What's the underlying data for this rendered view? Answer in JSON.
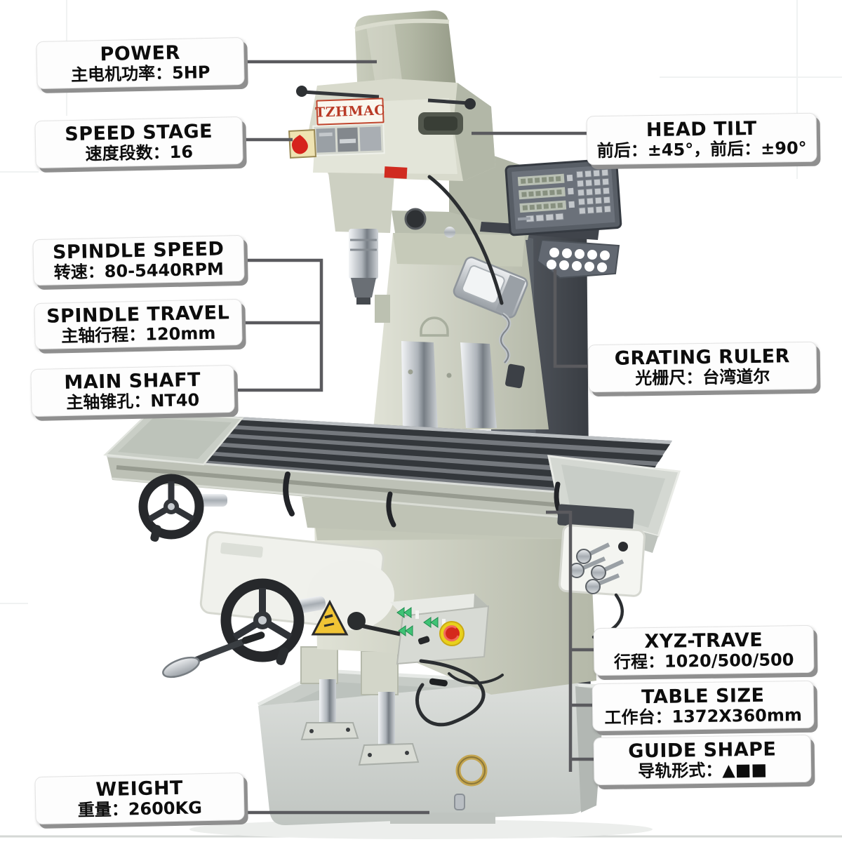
{
  "brand": {
    "logo_text": "TZHMAC"
  },
  "callouts": [
    {
      "id": "power",
      "en": "POWER",
      "zh": "主电机功率：5HP"
    },
    {
      "id": "speed-stage",
      "en": "SPEED STAGE",
      "zh": "速度段数：16"
    },
    {
      "id": "spindle-speed",
      "en": "SPINDLE SPEED",
      "zh": "转速：80-5440RPM"
    },
    {
      "id": "spindle-travel",
      "en": "SPINDLE TRAVEL",
      "zh": "主轴行程：120mm"
    },
    {
      "id": "main-shaft",
      "en": "MAIN SHAFT",
      "zh": "主轴锥孔：NT40"
    },
    {
      "id": "head-tilt",
      "en": "HEAD TILT",
      "zh": "前后：±45°，前后：±90°"
    },
    {
      "id": "grating-ruler",
      "en": "GRATING RULER",
      "zh": "光栅尺：台湾道尔"
    },
    {
      "id": "xyz-travel",
      "en": "XYZ-TRAVE",
      "zh": "行程：1020/500/500"
    },
    {
      "id": "table-size",
      "en": "TABLE SIZE",
      "zh": "工作台：1372X360mm"
    },
    {
      "id": "guide-shape",
      "en": "GUIDE SHAPE",
      "zh": "导轨形式：▲■■"
    },
    {
      "id": "weight",
      "en": "WEIGHT",
      "zh": "重量：2600KG"
    }
  ],
  "colors": {
    "label_bg": "#fdfdfd",
    "label_text": "#0d0d0d",
    "connector_line": "#5a5a5e",
    "brand_red": "#b93a26",
    "machine_body": "#ccd0c2",
    "estop_red": "#d5281c",
    "estop_ring_yellow": "#e8d11c",
    "button_green": "#3fc276",
    "logo_drop_red": "#d6231c"
  }
}
